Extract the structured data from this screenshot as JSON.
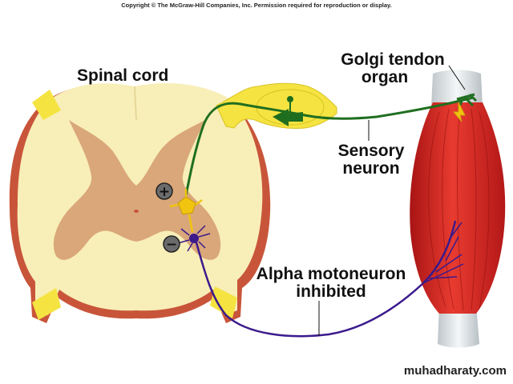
{
  "copyright": "Copyright © The McGraw-Hill Companies, Inc. Permission required for reproduction or display.",
  "labels": {
    "spinal_cord": "Spinal cord",
    "golgi_line1": "Golgi tendon",
    "golgi_line2": "organ",
    "sensory_line1": "Sensory",
    "sensory_line2": "neuron",
    "alpha_line1": "Alpha motoneuron",
    "alpha_line2": "inhibited"
  },
  "signs": {
    "excitatory": "+",
    "inhibitory": "−"
  },
  "watermark": "muhadharaty.com",
  "colors": {
    "white_matter": "#f8eeb8",
    "gray_matter": "#d9a779",
    "cord_edge": "#c8553a",
    "dorsal_root": "#f5e342",
    "sensory_neuron": "#1f6e1f",
    "motoneuron": "#3b1a8c",
    "interneuron": "#f1c40f",
    "muscle": "#d42a2a",
    "tendon": "#e8eef0"
  }
}
